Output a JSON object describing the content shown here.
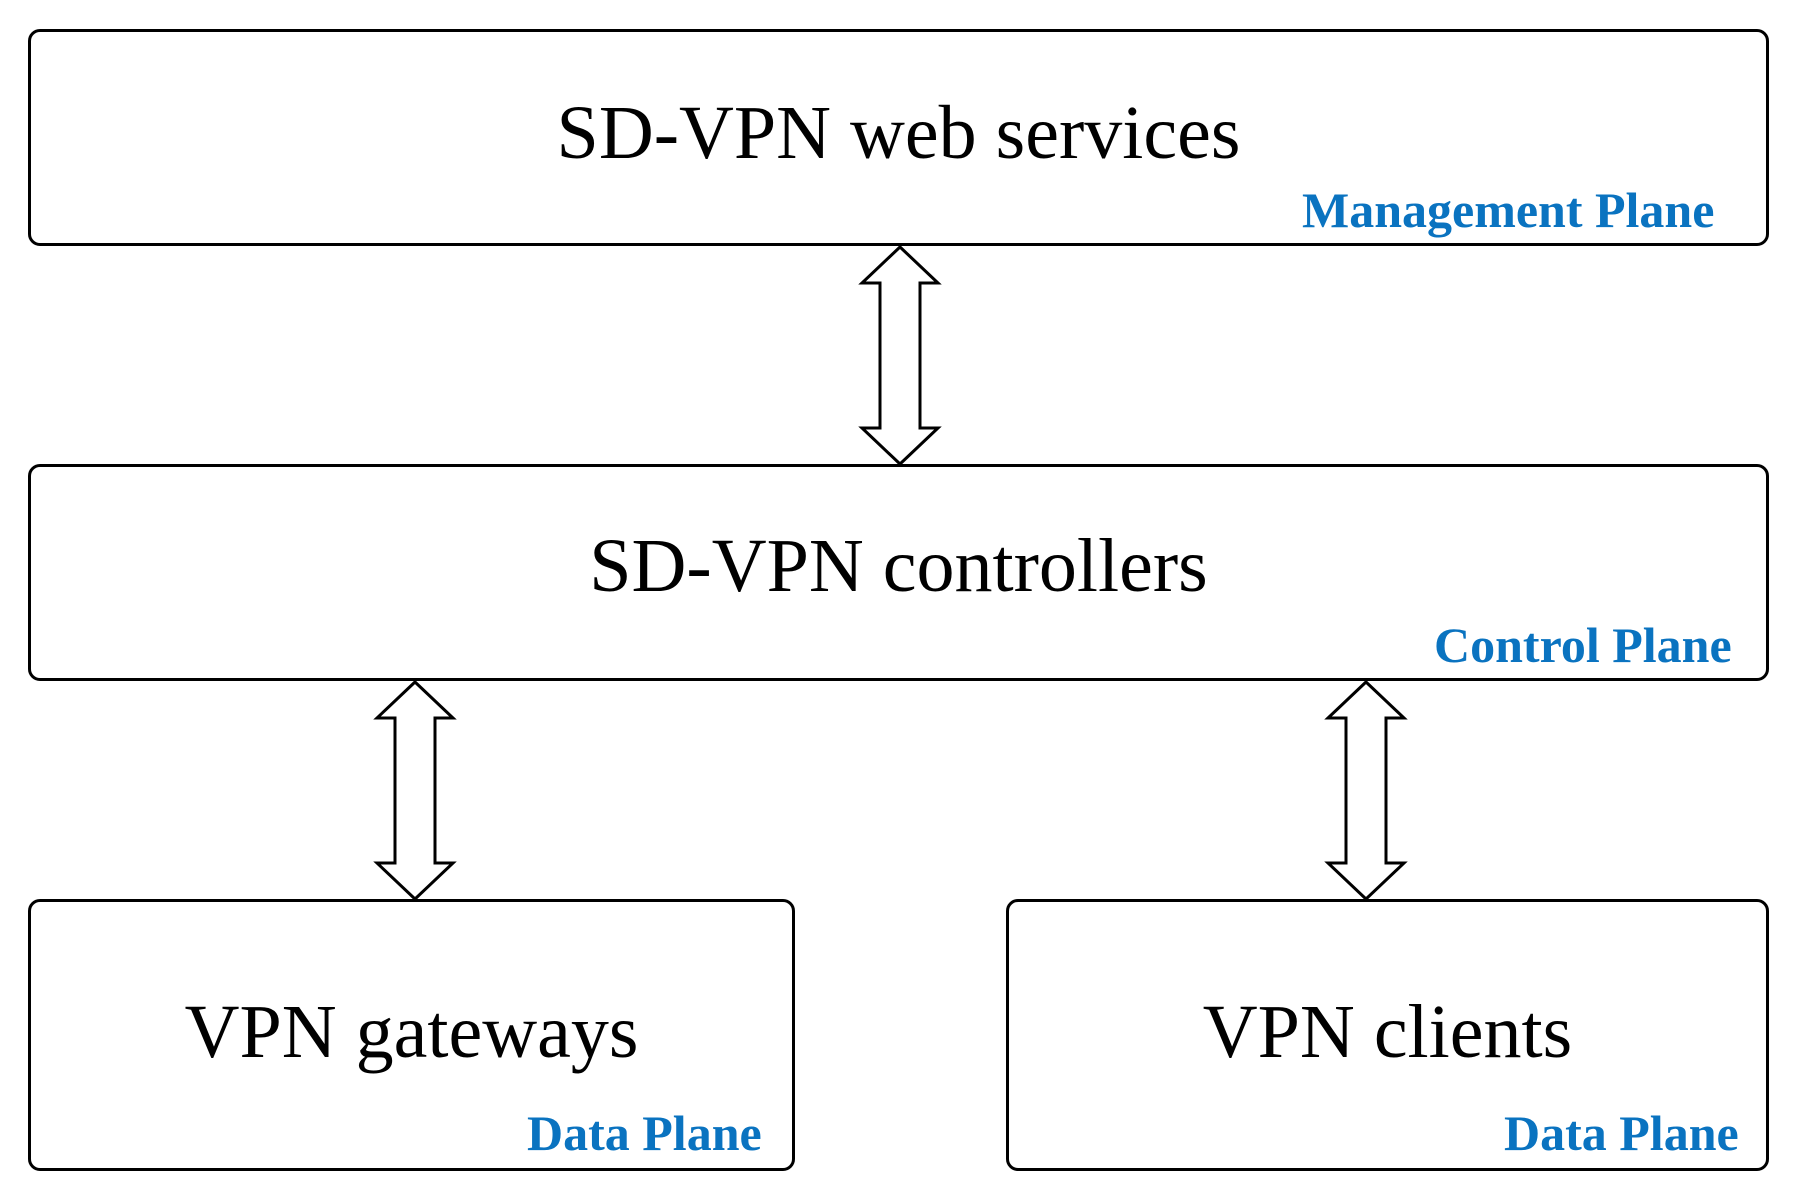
{
  "diagram": {
    "management": {
      "title": "SD-VPN web services",
      "plane_label": "Management Plane"
    },
    "control": {
      "title": "SD-VPN controllers",
      "plane_label": "Control Plane"
    },
    "gateways": {
      "title": "VPN gateways",
      "plane_label": "Data Plane"
    },
    "clients": {
      "title": "VPN clients",
      "plane_label": "Data Plane"
    },
    "colors": {
      "plane_label": "#0a73c0",
      "border": "#000000",
      "text": "#000000"
    },
    "connections": [
      {
        "from": "management",
        "to": "control",
        "type": "bidirectional"
      },
      {
        "from": "control",
        "to": "gateways",
        "type": "bidirectional"
      },
      {
        "from": "control",
        "to": "clients",
        "type": "bidirectional"
      }
    ]
  }
}
